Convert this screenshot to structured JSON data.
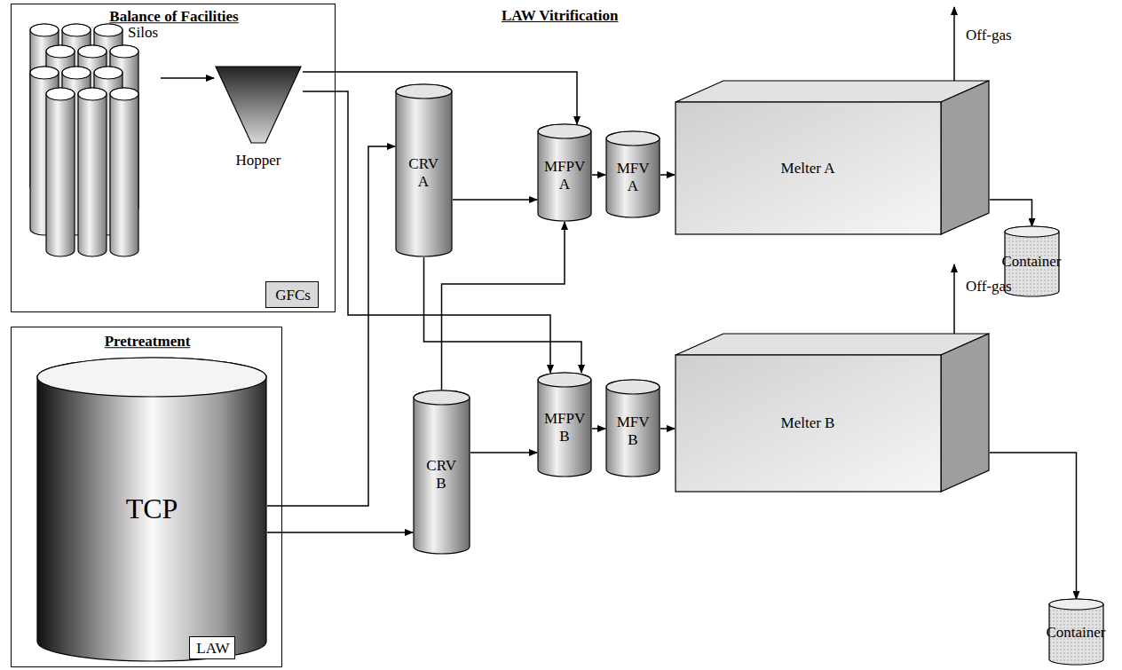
{
  "diagram": {
    "nodes": [
      {
        "text": [
          "Balance of Facilities"
        ]
      },
      {
        "text": [
          "Silos"
        ],
        "in": 0
      },
      {
        "text": [
          "Hopper"
        ],
        "in": 0
      },
      {
        "text": [
          "GFCs"
        ],
        "in": 0
      },
      {
        "text": [
          "Pretreatment"
        ]
      },
      {
        "text": [
          "TCP"
        ],
        "in": 4
      },
      {
        "text": [
          "LAW"
        ],
        "in": 5
      },
      {
        "text": [
          "CRV A"
        ]
      },
      {
        "text": [
          "MFPV A"
        ]
      },
      {
        "text": [
          "MFV A"
        ]
      },
      {
        "text": [
          "Melter A"
        ]
      },
      {
        "text": [
          "Container"
        ]
      },
      {
        "text": [
          "CRV B"
        ]
      },
      {
        "text": [
          "MFPV B"
        ]
      },
      {
        "text": [
          "MFV B"
        ]
      },
      {
        "text": [
          "Melter B"
        ]
      },
      {
        "text": [
          "Container"
        ]
      }
    ],
    "edges": [
      {
        "from": 1,
        "to": 2,
        "arrow": "to"
      },
      {
        "from": 2,
        "to": 8,
        "arrow": "to"
      },
      {
        "from": 2,
        "to": 13,
        "arrow": "to"
      },
      {
        "from": 5,
        "to": 7,
        "arrow": "to"
      },
      {
        "from": 5,
        "to": 12,
        "arrow": "to"
      },
      {
        "from": 7,
        "to": 8,
        "arrow": "to"
      },
      {
        "from": 7,
        "to": 13,
        "arrow": "to"
      },
      {
        "from": 12,
        "to": 13,
        "arrow": "to"
      },
      {
        "from": 12,
        "to": 8,
        "arrow": "to"
      },
      {
        "from": 8,
        "to": 9,
        "arrow": "to"
      },
      {
        "from": 9,
        "to": 10,
        "arrow": "to"
      },
      {
        "from": 10,
        "to": 11,
        "arrow": "to"
      },
      {
        "from": 13,
        "to": 14,
        "arrow": "to"
      },
      {
        "from": 14,
        "to": 15,
        "arrow": "to"
      },
      {
        "from": 15,
        "to": 16,
        "arrow": "to"
      }
    ],
    "labels": [
      "LAW Vitrification",
      "Off-gas",
      "Off-gas"
    ]
  }
}
